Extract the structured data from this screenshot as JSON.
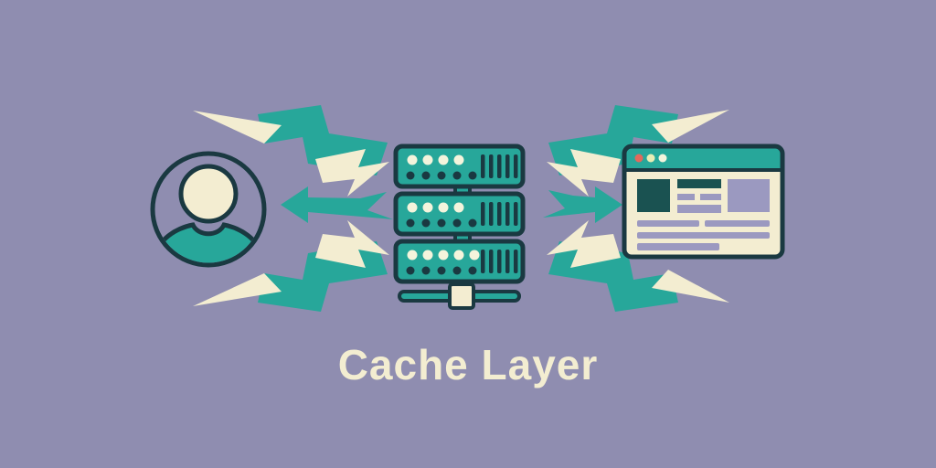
{
  "title": {
    "text": "Cache Layer"
  },
  "colors": {
    "background": "#8f8db0",
    "teal": "#27a79a",
    "navy": "#1a3941",
    "cream": "#f3edd1",
    "dark-teal": "#1a5251",
    "lavender": "#9b99c0",
    "dot-red": "#e2695c",
    "dot-yellow": "#e9edb5",
    "dot-cream": "#f4f4dc"
  },
  "icons": {
    "left_node": "user-avatar-icon",
    "center_node": "server-stack-icon",
    "right_node": "browser-window-icon",
    "decorations": [
      "lightning-bolt-icon",
      "arrow-left-icon",
      "arrow-right-icon"
    ]
  },
  "diagram": {
    "type": "flow-illustration",
    "nodes": [
      "user",
      "cache-server-stack",
      "web-page"
    ],
    "connections": [
      {
        "from": "cache-server-stack",
        "to": "user",
        "style": "teal-arrow-left"
      },
      {
        "from": "cache-server-stack",
        "to": "web-page",
        "style": "teal-arrow-right"
      },
      {
        "around": "cache-server-stack",
        "style": "lightning-bolts-radiating"
      }
    ],
    "caption": "Cache Layer"
  }
}
